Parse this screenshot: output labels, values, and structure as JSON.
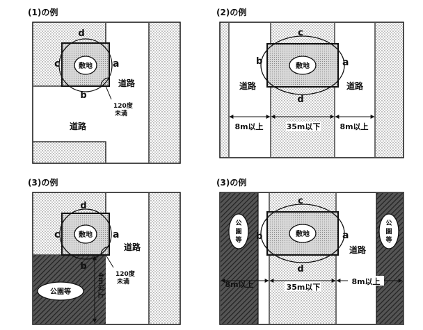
{
  "panels": [
    {
      "title": "(1)の例",
      "edge_labels": {
        "a": "a",
        "b": "b",
        "c": "c",
        "d": "d"
      },
      "site": "敷地",
      "road_labels": [
        "道路",
        "道路"
      ],
      "angle_note": [
        "120度",
        "未満"
      ]
    },
    {
      "title": "(2)の例",
      "edge_labels": {
        "a": "a",
        "b": "b",
        "c": "c",
        "d": "d"
      },
      "site": "敷地",
      "road_labels": [
        "道路",
        "道路"
      ],
      "dimensions": [
        "8m以上",
        "35m以下",
        "8m以上"
      ]
    },
    {
      "title": "(3)の例",
      "edge_labels": {
        "a": "a",
        "b": "b",
        "c": "c",
        "d": "d"
      },
      "site": "敷地",
      "road_labels": [
        "道路"
      ],
      "angle_note": [
        "120度",
        "未満"
      ],
      "park": "公園等",
      "vertical_dimension": "4m以上"
    },
    {
      "title": "(3)の例",
      "edge_labels": {
        "a": "a",
        "b": "b",
        "c": "c",
        "d": "d"
      },
      "site": "敷地",
      "road_labels": [
        "道路"
      ],
      "parks": [
        "公園等",
        "公園等"
      ],
      "dimensions": [
        "8m以上",
        "35m以下",
        "8m以上"
      ]
    }
  ],
  "colors": {
    "line": "#111111",
    "stipple": "#cfcfcf",
    "site_fill": "#d6d6d6",
    "hatch": "#3a3a3a"
  }
}
